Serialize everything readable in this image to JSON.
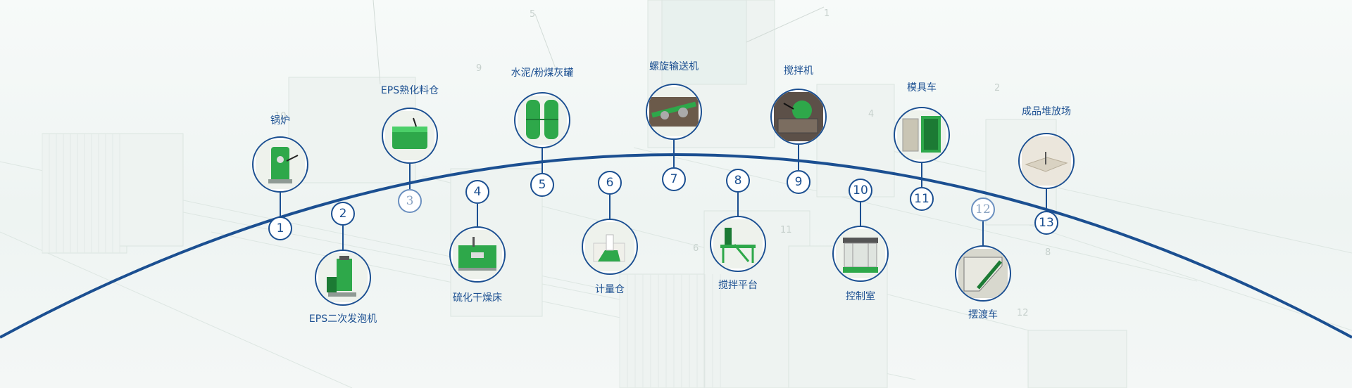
{
  "colors": {
    "accent": "#1b4f91",
    "equipment_green": "#2ea84a",
    "background": "#f3f7f5"
  },
  "stations": [
    {
      "num": "1",
      "label": "锅炉",
      "icon": "boiler-icon",
      "pos": "above"
    },
    {
      "num": "2",
      "label": "EPS二次发泡机",
      "icon": "eps-pre-expander-icon",
      "pos": "below"
    },
    {
      "num": "3",
      "label": "EPS熟化料仓",
      "icon": "curing-silo-icon",
      "pos": "above",
      "faint": true
    },
    {
      "num": "4",
      "label": "硫化干燥床",
      "icon": "drying-bed-icon",
      "pos": "below"
    },
    {
      "num": "5",
      "label": "水泥/粉煤灰罐",
      "icon": "cement-tank-icon",
      "pos": "above"
    },
    {
      "num": "6",
      "label": "计量仓",
      "icon": "metering-bin-icon",
      "pos": "below"
    },
    {
      "num": "7",
      "label": "螺旋输送机",
      "icon": "screw-conveyor-icon",
      "pos": "above"
    },
    {
      "num": "8",
      "label": "搅拌平台",
      "icon": "mixing-platform-icon",
      "pos": "below"
    },
    {
      "num": "9",
      "label": "搅拌机",
      "icon": "mixer-icon",
      "pos": "above"
    },
    {
      "num": "10",
      "label": "控制室",
      "icon": "control-room-icon",
      "pos": "below"
    },
    {
      "num": "11",
      "label": "模具车",
      "icon": "mold-cart-icon",
      "pos": "above"
    },
    {
      "num": "12",
      "label": "摆渡车",
      "icon": "ferry-cart-icon",
      "pos": "below",
      "faint": true
    },
    {
      "num": "13",
      "label": "成品堆放场",
      "icon": "storage-yard-icon",
      "pos": "above"
    }
  ],
  "background_numbers": [
    "1",
    "2",
    "4",
    "5",
    "6",
    "8",
    "9",
    "10",
    "11",
    "12"
  ]
}
